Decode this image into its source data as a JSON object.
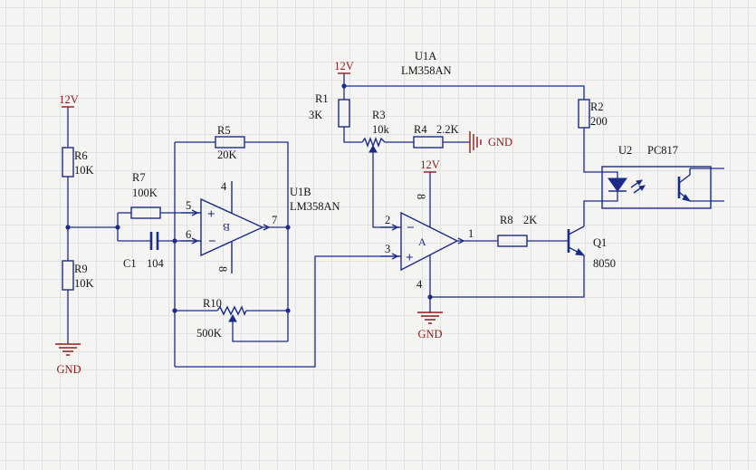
{
  "colors": {
    "background": "#f4f4f2",
    "grid": "#e2e2e2",
    "wire": "#1d2b88",
    "text": "#151515",
    "power": "#8e1b1b"
  },
  "power_ports": {
    "vcc_left": "12V",
    "vcc_top": "12V",
    "vcc_u1a": "12V",
    "gnd_left": "GND",
    "gnd_r4": "GND",
    "gnd_u1a": "GND"
  },
  "components": {
    "R6": {
      "designator": "R6",
      "value": "10K"
    },
    "R9": {
      "designator": "R9",
      "value": "10K"
    },
    "R7": {
      "designator": "R7",
      "value": "100K"
    },
    "C1": {
      "designator": "C1",
      "value": "104"
    },
    "R5": {
      "designator": "R5",
      "value": "20K"
    },
    "R10": {
      "designator": "R10",
      "value": "500K"
    },
    "U1B": {
      "designator": "U1B",
      "part": "LM358AN",
      "unit": "B",
      "plus": "+",
      "minus": "−",
      "pins": {
        "in_plus": "5",
        "in_minus": "6",
        "out": "7",
        "v_top": "4",
        "v_bottom": "8"
      }
    },
    "R1": {
      "designator": "R1",
      "value": "3K"
    },
    "R3": {
      "designator": "R3",
      "value": "10k"
    },
    "R4": {
      "designator": "R4",
      "value": "2.2K"
    },
    "R2": {
      "designator": "R2",
      "value": "200"
    },
    "U1A": {
      "designator": "U1A",
      "part": "LM358AN",
      "unit": "A",
      "plus": "+",
      "minus": "−",
      "pins": {
        "in_minus": "2",
        "in_plus": "3",
        "out": "1",
        "v_top": "8",
        "v_bottom": "4"
      }
    },
    "R8": {
      "designator": "R8",
      "value": "2K"
    },
    "Q1": {
      "designator": "Q1",
      "part": "8050"
    },
    "U2": {
      "designator": "U2",
      "part": "PC817"
    }
  }
}
